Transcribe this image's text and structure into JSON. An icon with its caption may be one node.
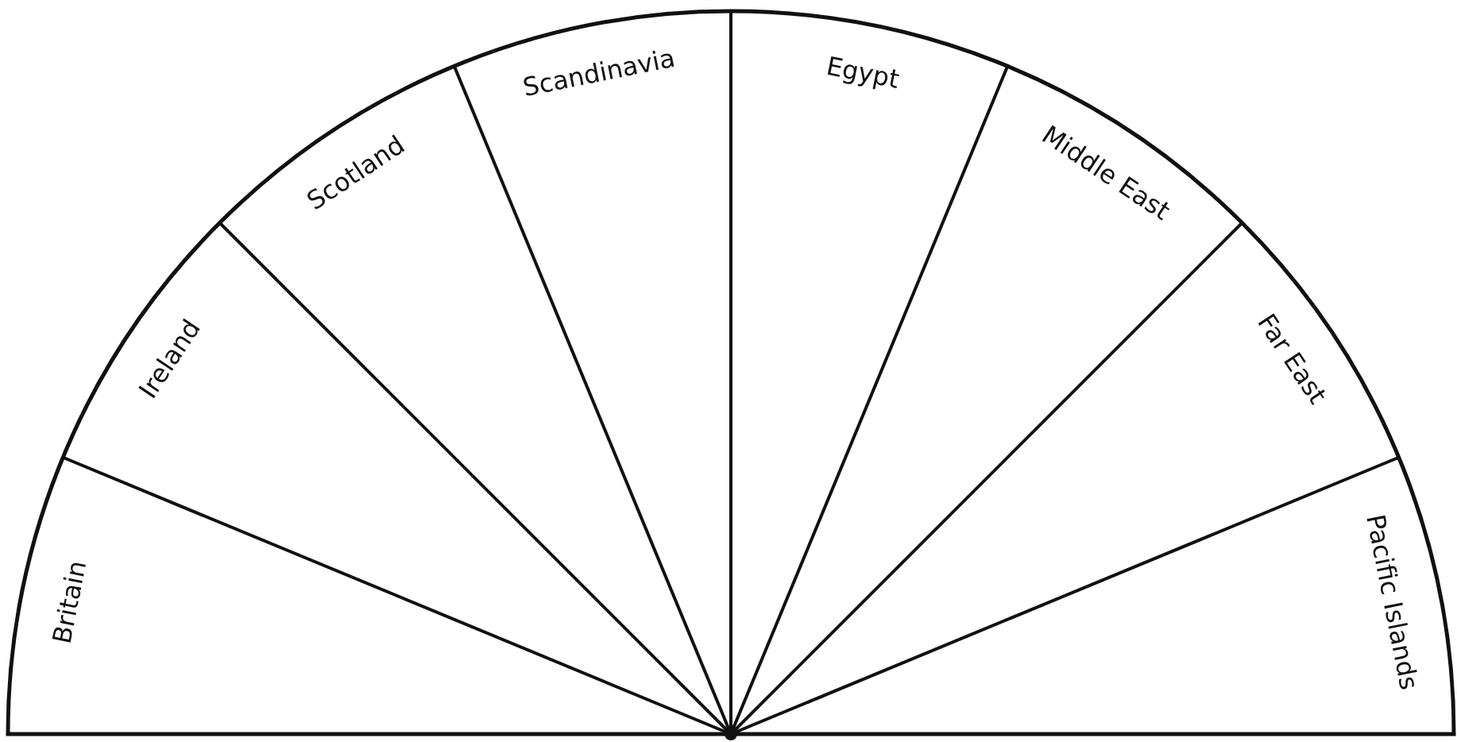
{
  "diagram": {
    "nodes": [
      {
        "text": [
          "Britain"
        ]
      },
      {
        "text": [
          "Ireland"
        ]
      },
      {
        "text": [
          "Scotland"
        ]
      },
      {
        "text": [
          "Scandinavia"
        ]
      },
      {
        "text": [
          "Egypt"
        ]
      },
      {
        "text": [
          "Middle East"
        ]
      },
      {
        "text": [
          "Far East"
        ]
      },
      {
        "text": [
          "Pacific Islands"
        ]
      }
    ]
  }
}
